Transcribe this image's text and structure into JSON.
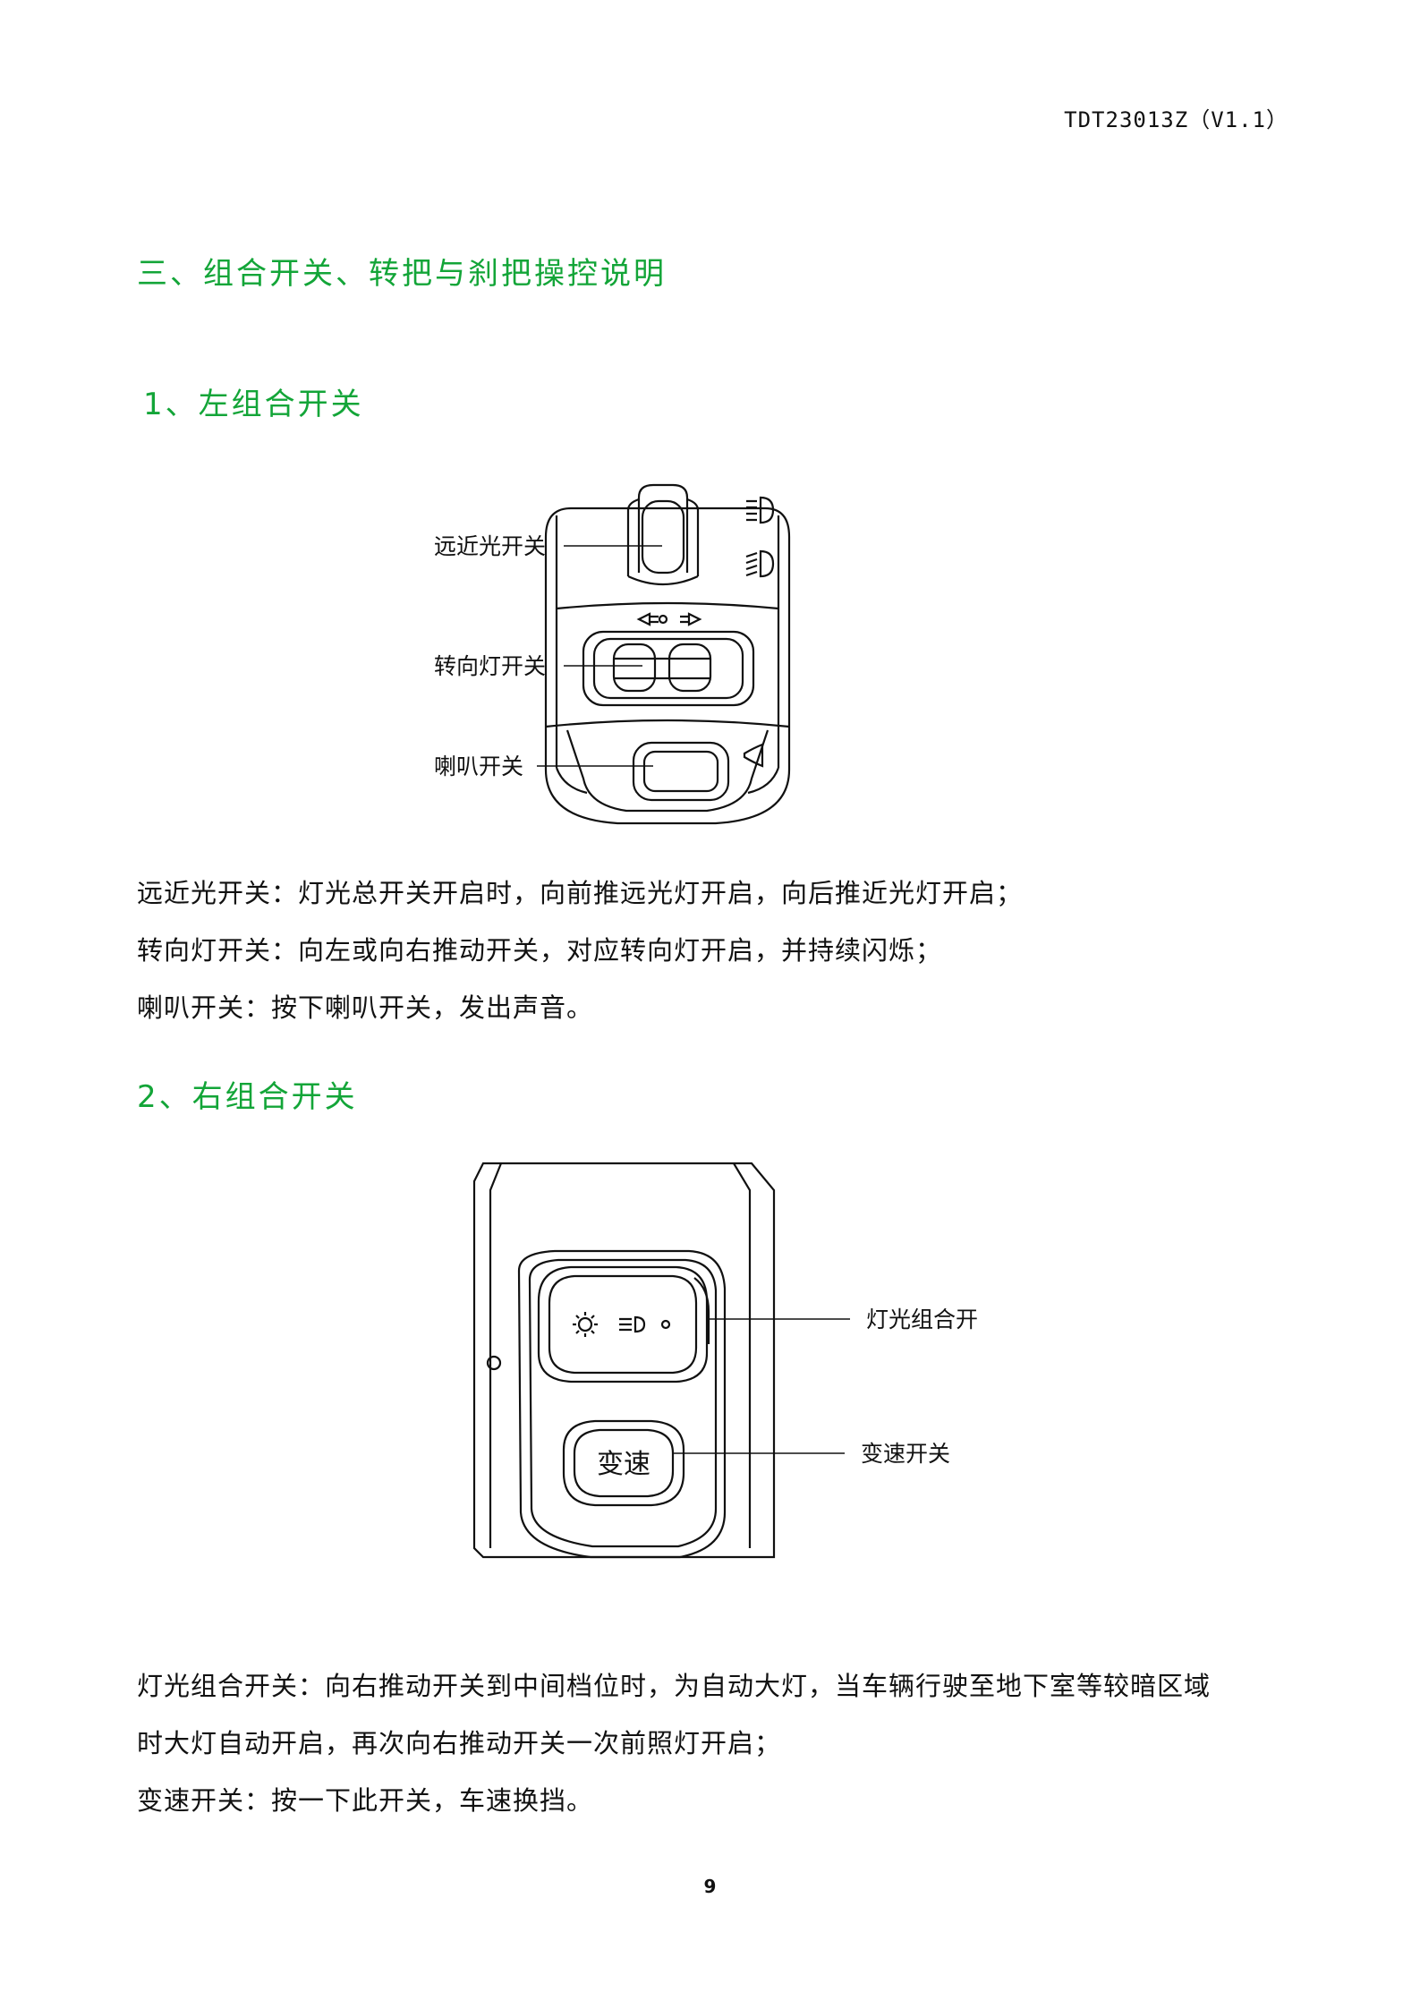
{
  "header": {
    "doc_code": "TDT23013Z（V1.1）"
  },
  "section": {
    "title": "三、组合开关、转把与刹把操控说明"
  },
  "left_switch": {
    "heading": "1、左组合开关",
    "callouts": {
      "beam": "远近光开关",
      "turn": "转向灯开关",
      "horn": "喇叭开关"
    },
    "descriptions": [
      "远近光开关：灯光总开关开启时，向前推远光灯开启，向后推近光灯开启；",
      "转向灯开关：向左或向右推动开关，对应转向灯开启，并持续闪烁；",
      "喇叭开关：按下喇叭开关，发出声音。"
    ]
  },
  "right_switch": {
    "heading": "2、右组合开关",
    "callouts": {
      "light": "灯光组合开",
      "gear": "变速开关"
    },
    "button_label": "变速",
    "descriptions": [
      "灯光组合开关：向右推动开关到中间档位时，为自动大灯，当车辆行驶至地下室等较暗区域",
      "时大灯自动开启，再次向右推动开关一次前照灯开启；",
      "变速开关：按一下此开关，车速换挡。"
    ]
  },
  "footer": {
    "page_number": "9"
  },
  "colors": {
    "heading_green": "#13a538",
    "line": "#111111"
  }
}
